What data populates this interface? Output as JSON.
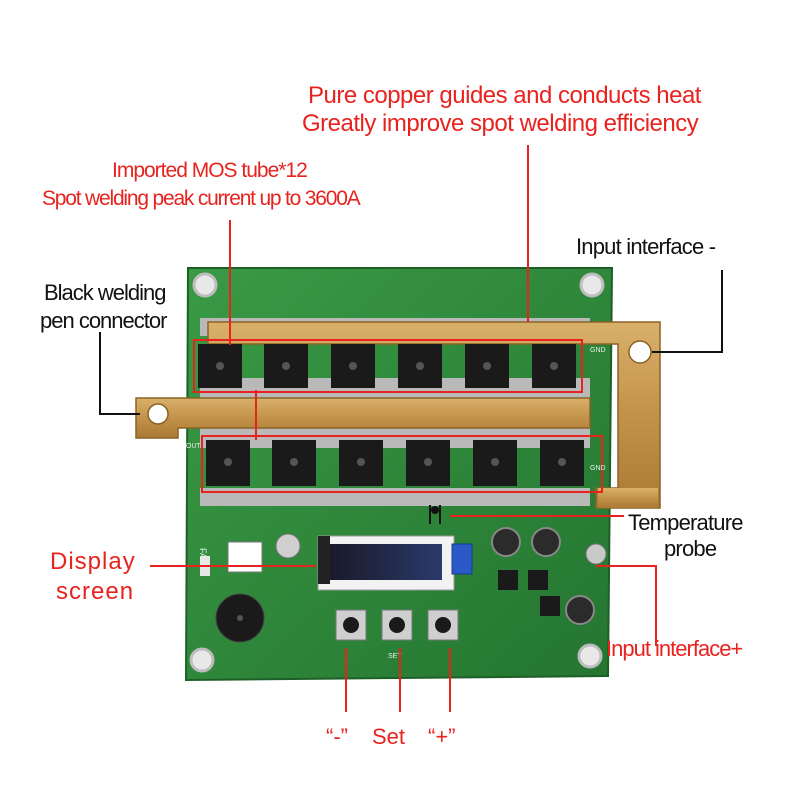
{
  "labels": {
    "copper_line1": "Pure copper guides and conducts heat",
    "copper_line2": "Greatly improve spot welding efficiency",
    "mos_line1": "Imported MOS tube*12",
    "mos_line2": "Spot welding peak current up to 3600A",
    "input_minus": "Input interface -",
    "pen_line1": "Black welding",
    "pen_line2": "pen connector",
    "temp_line1": "Temperature",
    "temp_line2": "probe",
    "display_line1": "Display",
    "display_line2": "screen",
    "input_plus": "Input interface+",
    "btn_minus": "“-”",
    "btn_set": "Set",
    "btn_plus": "“+”"
  },
  "colors": {
    "annotation_red": "#e8231f",
    "pcb_green": "#2f8a3a",
    "copper": "#c99a4a"
  },
  "board_silkscreen": {
    "fan": "FAN",
    "gnd_top": "GND",
    "gnd_bottom": "GND",
    "out": "OUT",
    "set": "SET"
  }
}
